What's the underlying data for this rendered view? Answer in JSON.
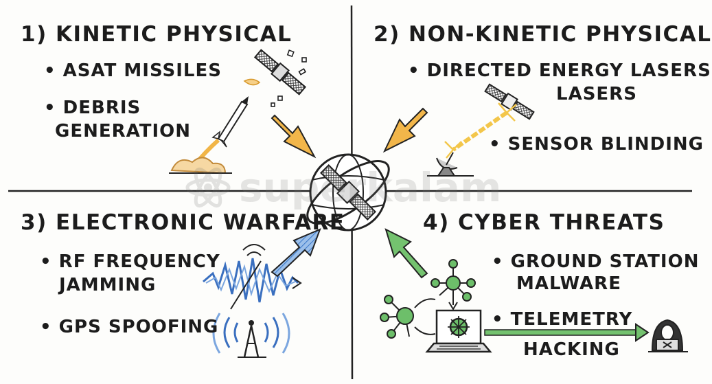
{
  "quadrants": [
    {
      "heading": "1) KINETIC PHYSICAL",
      "bullets": [
        "• ASAT MISSILES",
        "• DEBRIS",
        "GENERATION"
      ]
    },
    {
      "heading": "2) NON-KINETIC PHYSICAL",
      "bullets": [
        "• DIRECTED ENERGY LASERS",
        "LASERS",
        "• SENSOR BLINDING"
      ]
    },
    {
      "heading": "3) ELECTRONIC WARFARE",
      "bullets": [
        "• RF FREQUENCY",
        "JAMMING",
        "• GPS SPOOFING"
      ]
    },
    {
      "heading": "4) CYBER THREATS",
      "bullets": [
        "• GROUND STATION",
        "MALWARE",
        "• TELEMETRY",
        "HACKING"
      ]
    }
  ],
  "watermark": {
    "text": "superkalam",
    "logo": "atom-logo"
  },
  "icons": [
    "satellite-icon",
    "missile-icon",
    "debris-icon",
    "laser-satellite-icon",
    "dish-antenna-icon",
    "laser-beam-icon",
    "globe-satellite-icon",
    "signal-wave-icon",
    "radio-tower-icon",
    "network-node-icon",
    "infected-laptop-icon",
    "hacker-icon"
  ],
  "colors": {
    "orange_arrow": "#f2b64a",
    "blue_arrow": "#3a78c9",
    "green_arrow": "#74c26f",
    "laser": "#f3c64a",
    "wave": "#3a6fbf",
    "green_node": "#6dbf6a",
    "ink": "#1c1c1c"
  }
}
